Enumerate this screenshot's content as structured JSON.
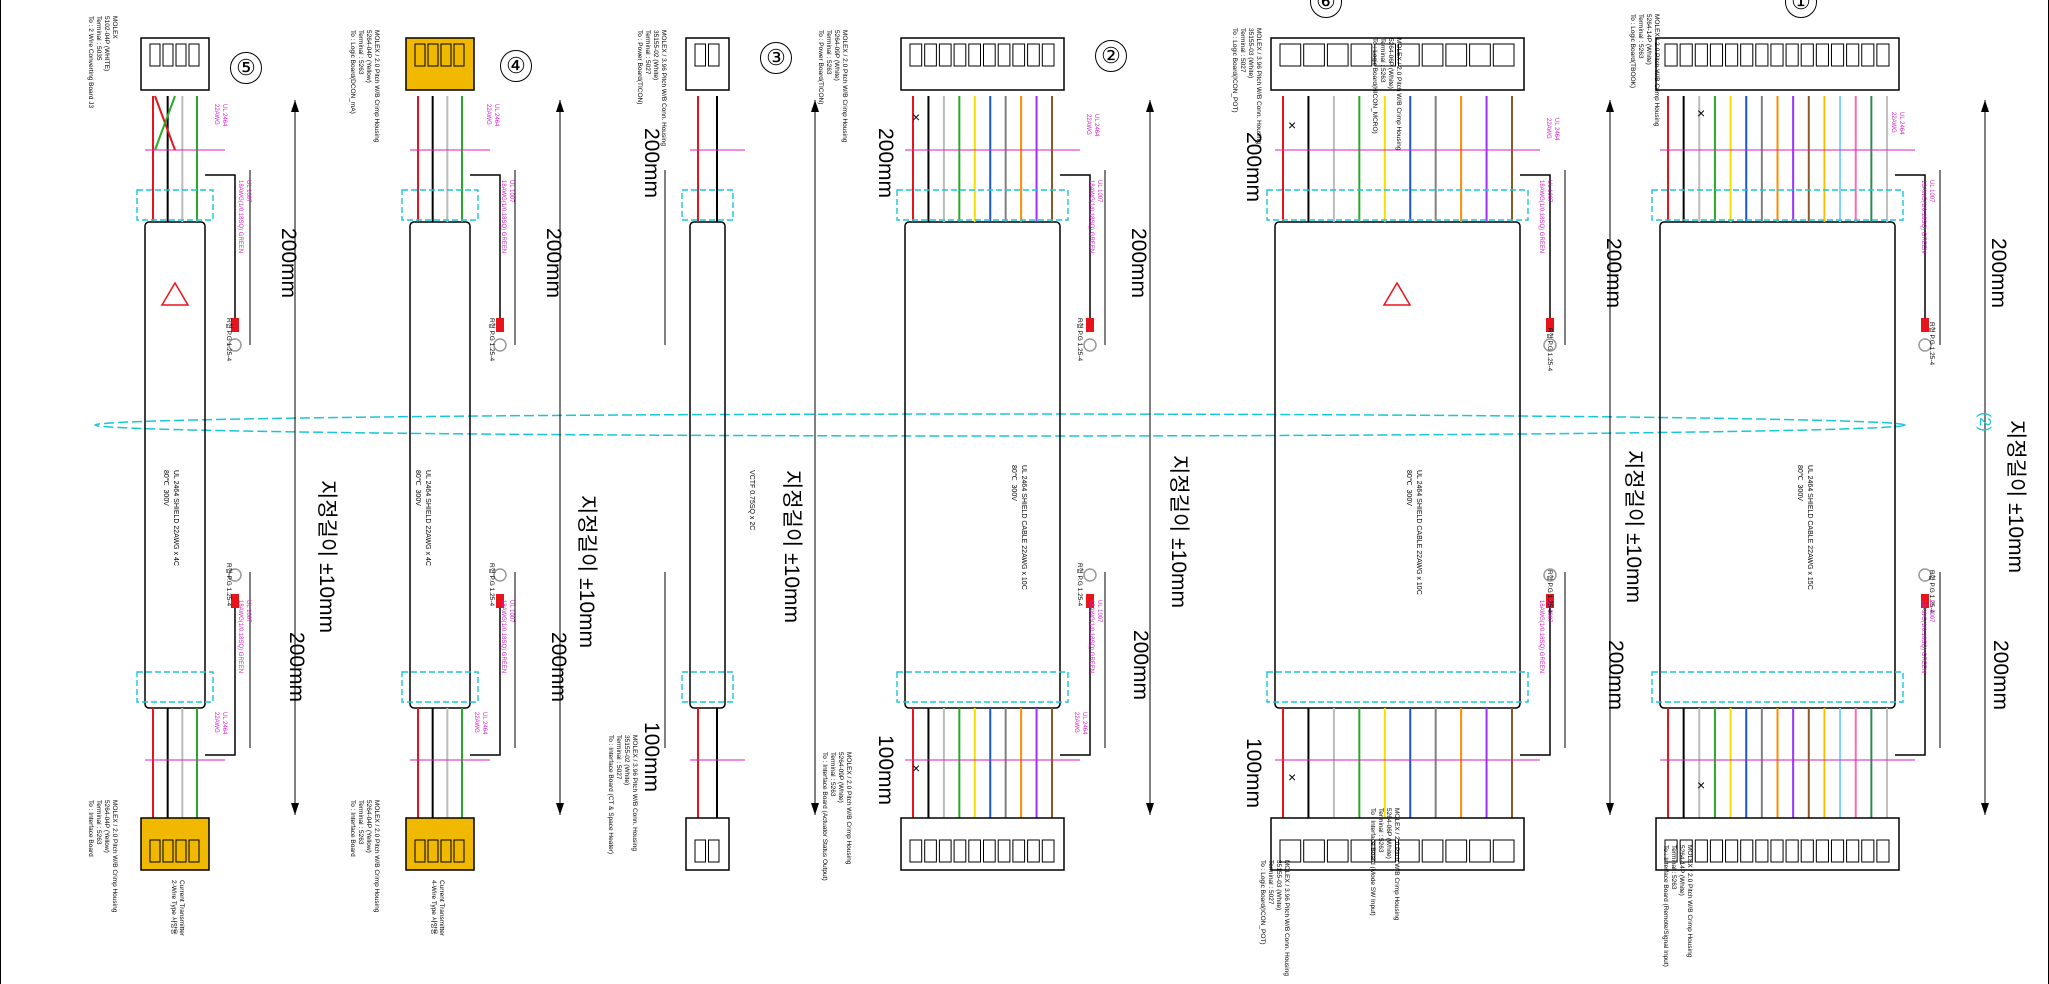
{
  "title": "",
  "harnesses": [
    {
      "id": "harness-1",
      "number": "①",
      "wires": 15,
      "side_label": "(2)",
      "cable": "UL 2464 SHIELD CABLE 22AWG x 15C\n80℃  300V",
      "conn_a": "MOLEX / 2.0 Pitch W/B Crimp Housing\n5264-14P (White)\nTerminal : 5263\nTo : Logic Board(TBOOK)",
      "conn_b": "MOLEX / 2.0 Pitch W/B Crimp Housing\n5264-14P (White)\nTerminal : 5263\nTo : Interface Board (Remote/Signal Input)"
    },
    {
      "id": "harness-6",
      "number": "⑥",
      "wires": 10,
      "cable": "UL 2464 SHIELD CABLE 22AWG x 10C\n80℃  300V",
      "conn_a": "MOLEX / 2.0 Pitch W/B Crimp Housing\n5264-06P (White)\nTerminal : 5263\nTo : Logic Board(HICON_MCRO)",
      "conn_b": "MOLEX / 2.0 Pitch W/B Crimp Housing\n5264-06P (White)\nTerminal : 5263\nTo : Interface Board (Mode SW Input)",
      "conn_c": "MOLEX / 3.96 Pitch W/B Conn. Housing\n35155-03 (White)\nTerminal : 5027\nTo : Logic Board(ICON_POT)"
    },
    {
      "id": "harness-2",
      "number": "②",
      "wires": 10,
      "cable": "UL 2464 SHIELD CABLE 22AWG x 10C\n80℃  300V",
      "conn_a": "MOLEX / 2.0 Pitch W/B Crimp Housing\n5264-09P (White)\nTerminal : 5263\nTo : Power Board(TICON)",
      "conn_b": "MOLEX / 2.0 Pitch W/B Crimp Housing\n5264-09P (White)\nTerminal : 5263\nTo : Interface Board (Actuator Status Output)"
    },
    {
      "id": "harness-3",
      "number": "③",
      "wires": 2,
      "cable": "VCTF 0.75SQ x 2C",
      "conn_a": "MOLEX / 3.96 Pitch W/B Conn. Housing\n35155-02 (White)\nTerminal : 5027\nTo : Power Board(TICON)",
      "conn_b": "MOLEX / 3.96 Pitch W/B Conn. Housing\n35155-02 (White)\nTerminal : 5027\nTo : Interface Board (CT & Space Heater)"
    },
    {
      "id": "harness-4",
      "number": "④",
      "wires": 4,
      "cable": "UL 2464 SHIELD 22AWG x 4C\n80℃  300V",
      "conn_a": "MOLEX / 2.0 Pitch W/B Crimp Housing\n5264-04P (Yellow)\nTerminal : 5263\nTo : Logic Board(DCON_mA)",
      "conn_b": "MOLEX / 2.0 Pitch W/B Crimp Housing\n5264-04P (Yellow)\nTerminal : 5263\nTo : Interface Board",
      "note": "Current Transmitter\n4-Wire Type 사양용"
    },
    {
      "id": "harness-5",
      "number": "⑤",
      "wires": 4,
      "cable": "UL 2464 SHIELD 22AWG x 4C\n80℃  300V",
      "conn_a": "MOLEX\n5102-04P (WHITE)\nTerminal : 5035\nTo : 2 Wire Converting Board J3",
      "conn_b": "MOLEX / 2.0 Pitch W/B Crimp Housing\n5264-04P (Yellow)\nTerminal : 5263\nTo : Interface Board",
      "note": "Current Transmitter\n2-Wire Type 사양용"
    }
  ],
  "dims": {
    "d200": "200mm",
    "d100": "100mm",
    "length": "지정길이 ±10mm"
  },
  "ring": "R형 P.G 1.25-4",
  "shield_wire": "UL 1007\n18AWG(1/0.18SQ) GREEN",
  "tube": "UL 2464\n22AWG",
  "colors": {
    "cyan": "#19c6d8",
    "magenta": "#d61fc4",
    "red": "#e8141b",
    "yellow": "#f1b800"
  }
}
